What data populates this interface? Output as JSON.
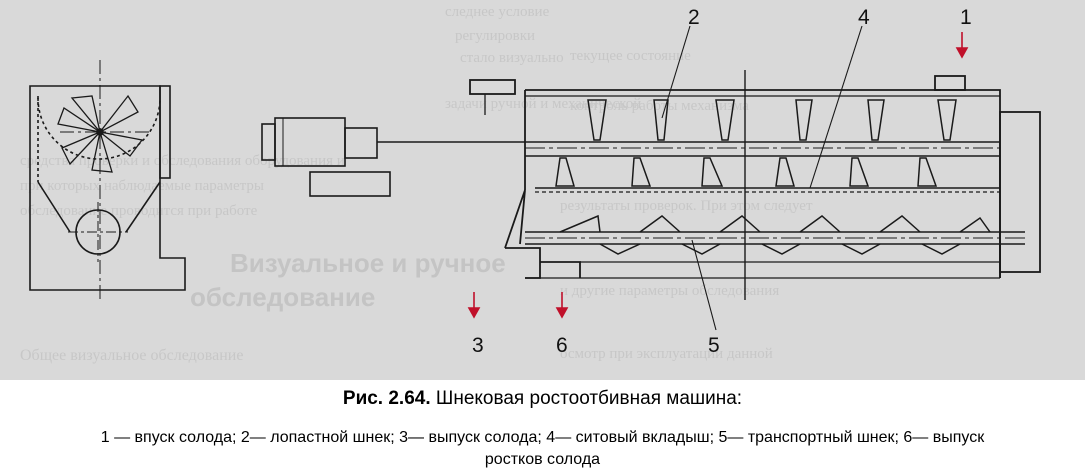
{
  "figure": {
    "callouts": [
      {
        "id": "callout-1",
        "text": "1"
      },
      {
        "id": "callout-2",
        "text": "2"
      },
      {
        "id": "callout-3",
        "text": "3"
      },
      {
        "id": "callout-4",
        "text": "4"
      },
      {
        "id": "callout-5",
        "text": "5"
      },
      {
        "id": "callout-6",
        "text": "6"
      }
    ],
    "arrow_color": "#c0102a",
    "line_color": "#1a1a1a",
    "background_color": "#d9d9d9"
  },
  "caption": {
    "label": "Рис. 2.64.",
    "title": "Шнековая ростоотбивная машина:",
    "legend_line1": "1 — впуск солода; 2— лопастной шнек; 3— выпуск солода; 4— ситовый вкладыш; 5— транспортный шнек; 6— выпуск",
    "legend_line2": "ростков солода"
  }
}
